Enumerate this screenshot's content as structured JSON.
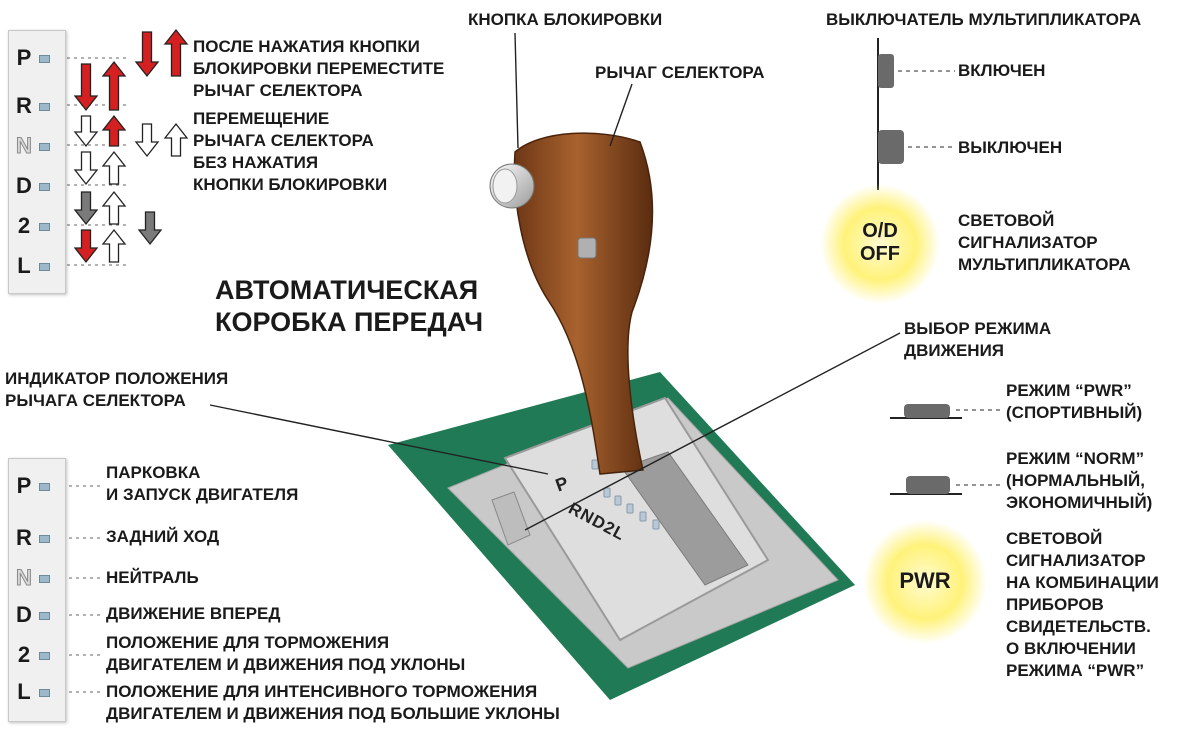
{
  "title": [
    "АВТОМАТИЧЕСКАЯ",
    "КОРОБКА ПЕРЕДАЧ"
  ],
  "gears": [
    "P",
    "R",
    "N",
    "D",
    "2",
    "L"
  ],
  "top_notes": {
    "lock_press": [
      "ПОСЛЕ НАЖАТИЯ КНОПКИ",
      "БЛОКИРОВКИ ПЕРЕМЕСТИТЕ",
      "РЫЧАГ СЕЛЕКТОРА"
    ],
    "no_press": [
      "ПЕРЕМЕЩЕНИЕ",
      "РЫЧАГА СЕЛЕКТОРА",
      "БЕЗ НАЖАТИЯ",
      "КНОПКИ БЛОКИРОВКИ"
    ]
  },
  "lever": {
    "lock_button": "КНОПКА БЛОКИРОВКИ",
    "selector_lever": "РЫЧАГ СЕЛЕКТОРА",
    "position_indicator": [
      "ИНДИКАТОР ПОЛОЖЕНИЯ",
      "РЫЧАГА СЕЛЕКТОРА"
    ],
    "plate_letter": "P",
    "plate_gears": "RND2L"
  },
  "overdrive": {
    "title": "ВЫКЛЮЧАТЕЛЬ МУЛЬТИПЛИКАТОРА",
    "on": "ВКЛЮЧЕН",
    "off": "ВЫКЛЮЧЕН",
    "lamp_line1": "O/D",
    "lamp_line2": "OFF",
    "lamp_label": [
      "СВЕТОВОЙ",
      "СИГНАЛИЗАТОР",
      "МУЛЬТИПЛИКАТОРА"
    ]
  },
  "mode": {
    "title": [
      "ВЫБОР РЕЖИМА",
      "ДВИЖЕНИЯ"
    ],
    "pwr": [
      "РЕЖИМ “PWR”",
      "(СПОРТИВНЫЙ)"
    ],
    "norm": [
      "РЕЖИМ “NORM”",
      "(НОРМАЛЬНЫЙ,",
      "ЭКОНОМИЧНЫЙ)"
    ],
    "lamp": "PWR",
    "lamp_label": [
      "СВЕТОВОЙ",
      "СИГНАЛИЗАТОР",
      "НА КОМБИНАЦИИ",
      "ПРИБОРОВ",
      "СВИДЕТЕЛЬСТВ.",
      "О ВКЛЮЧЕНИИ",
      "РЕЖИМА “PWR”"
    ]
  },
  "legend": [
    [
      "ПАРКОВКА",
      "И ЗАПУСК ДВИГАТЕЛЯ"
    ],
    [
      "ЗАДНИЙ ХОД"
    ],
    [
      "НЕЙТРАЛЬ"
    ],
    [
      "ДВИЖЕНИЕ ВПЕРЕД"
    ],
    [
      "ПОЛОЖЕНИЕ ДЛЯ ТОРМОЖЕНИЯ",
      "ДВИГАТЕЛЕМ И ДВИЖЕНИЯ ПОД УКЛОНЫ"
    ],
    [
      "ПОЛОЖЕНИЕ ДЛЯ ИНТЕНСИВНОГО ТОРМОЖЕНИЯ",
      "ДВИГАТЕЛЕМ И ДВИЖЕНИЯ ПОД БОЛЬШИЕ УКЛОНЫ"
    ]
  ],
  "colors": {
    "red_arrow": "#d42020",
    "grey_arrow": "#7a7a7a",
    "lever_brown": "#8b4a22",
    "console_green": "#1f7a55",
    "lamp_glow": "#fff27a"
  }
}
